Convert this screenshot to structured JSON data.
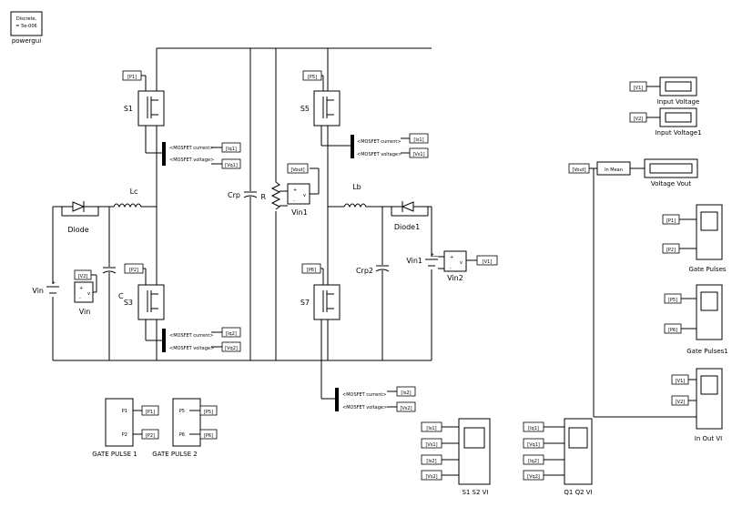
{
  "powergui": {
    "line1": "Discrete,",
    "line2": "= 5e-006",
    "label": "powergui"
  },
  "goto_tags": {
    "p1_in": "[P1]",
    "p2_in": "[P2]",
    "p5_in": "[P5]",
    "p6_in": "[P6]",
    "is1": "[Is1]",
    "vs1": "[Vs1]",
    "iq1": "[Iq1]",
    "vq1": "[Vq1]",
    "iq2": "[Iq2]",
    "vq2": "[Vq2]",
    "is2": "[Is2]",
    "vs2": "[Vs2]",
    "v1_out": "[V1]",
    "v2_out": "[V2]",
    "vout_out": "[Vout]"
  },
  "bus_labels": {
    "current": "<MOSFET current>",
    "voltage": "<MOSFET voltage>"
  },
  "components": {
    "S1": "S1",
    "S3": "S3",
    "S5": "S5",
    "S7": "S7",
    "Lc": "Lc",
    "Lb": "Lb",
    "Diode": "Diode",
    "Diode1": "Diode1",
    "C": "C",
    "Crp": "Crp",
    "Crp2": "Crp2",
    "R": "R",
    "Vin_src": "Vin",
    "Vin_meas": "Vin",
    "Vin1_meas": "Vin1",
    "Vin1_src": "Vin1",
    "Vin2": "Vin2",
    "plus": "+",
    "minus": "-",
    "v": "v"
  },
  "gate_pulse": {
    "gp1": {
      "label": "GATE PULSE 1",
      "port1": "P1",
      "port2": "P2",
      "tag1": "[P1]",
      "tag2": "[P2]"
    },
    "gp2": {
      "label": "GATE PULSE 2",
      "port1": "P5",
      "port2": "P6",
      "tag1": "[P5]",
      "tag2": "[P6]"
    }
  },
  "scopes": {
    "s1s2": {
      "label": "S1 S2 VI",
      "inputs": [
        "[Is1]",
        "[Vs1]",
        "[Is2]",
        "[Vs2]"
      ]
    },
    "q1q2": {
      "label": "Q1 Q2 VI",
      "inputs": [
        "[Iq1]",
        "[Vq1]",
        "[Iq2]",
        "[Vq2]"
      ]
    },
    "gate_pulses": {
      "label": "Gate Pulses",
      "inputs": [
        "[P1]",
        "[P2]"
      ]
    },
    "gate_pulses1": {
      "label": "Gate Pulses1",
      "inputs": [
        "[P5]",
        "[P6]"
      ]
    },
    "in_out_vi": {
      "label": "In Out VI",
      "inputs": [
        "[V1]",
        "[V2]"
      ]
    }
  },
  "displays": {
    "input_voltage": {
      "label": "Input Voltage",
      "input": "[V1]"
    },
    "input_voltage1": {
      "label": "Input Voltage1",
      "input": "[V2]"
    },
    "voltage_vout": {
      "label": "Voltage Vout",
      "input": "[Vout]",
      "mean": "In Mean"
    }
  }
}
